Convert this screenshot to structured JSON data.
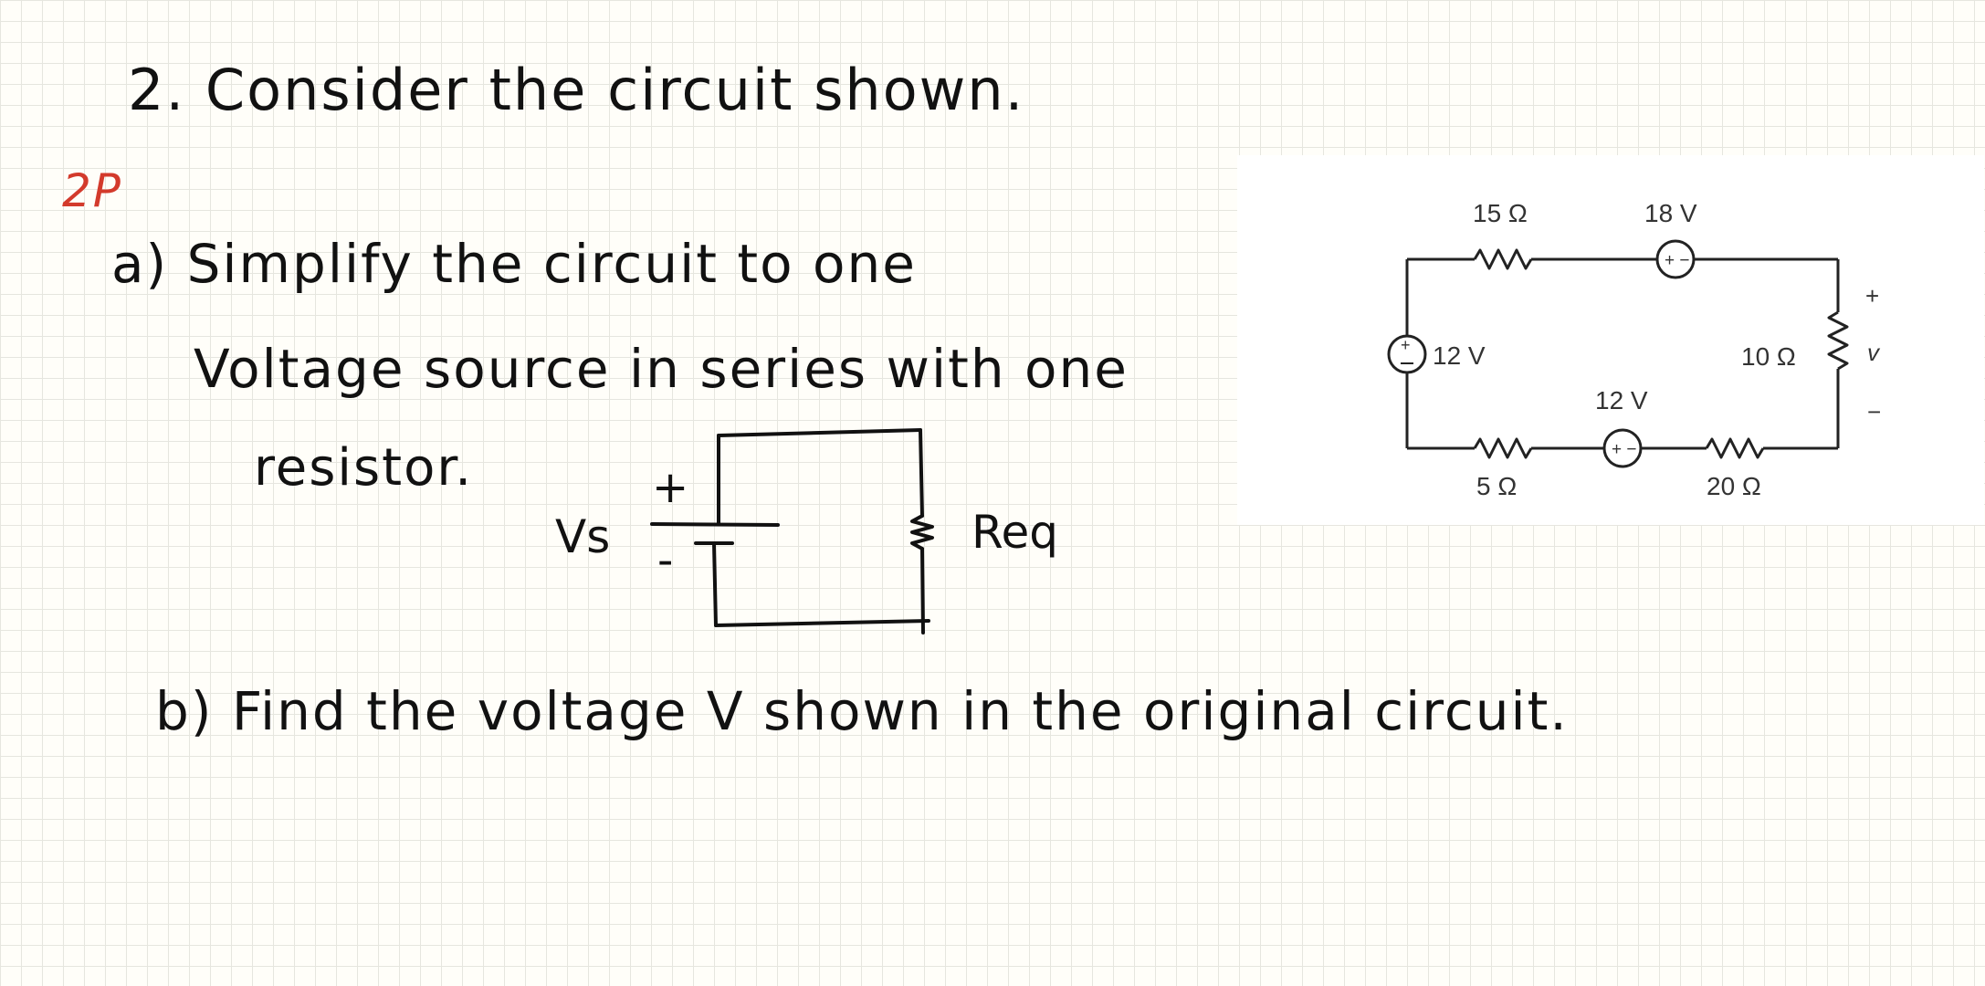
{
  "worksheet": {
    "title": "2. Consider the circuit shown.",
    "points": "2P",
    "part_a": {
      "line1": "a) Simplify the circuit to one",
      "line2": "Voltage source in series with one",
      "line3": "resistor."
    },
    "part_b": "b) Find the voltage V shown in the original circuit."
  },
  "simplified_circuit": {
    "source_label": "Vs",
    "plus_sign": "+",
    "minus_sign": "-",
    "resistor_label": "Req"
  },
  "original_circuit": {
    "r_top": "15 Ω",
    "v_top": "18 V",
    "v_top_polarity": "+ −",
    "v_left": "12 V",
    "v_left_polarity": "+",
    "v_bottom": "12 V",
    "v_bottom_polarity": "+ −",
    "r_bottom_left": "5 Ω",
    "r_bottom_right": "20 Ω",
    "r_right": "10 Ω",
    "v_label": "v",
    "v_plus": "+",
    "v_minus": "−"
  }
}
